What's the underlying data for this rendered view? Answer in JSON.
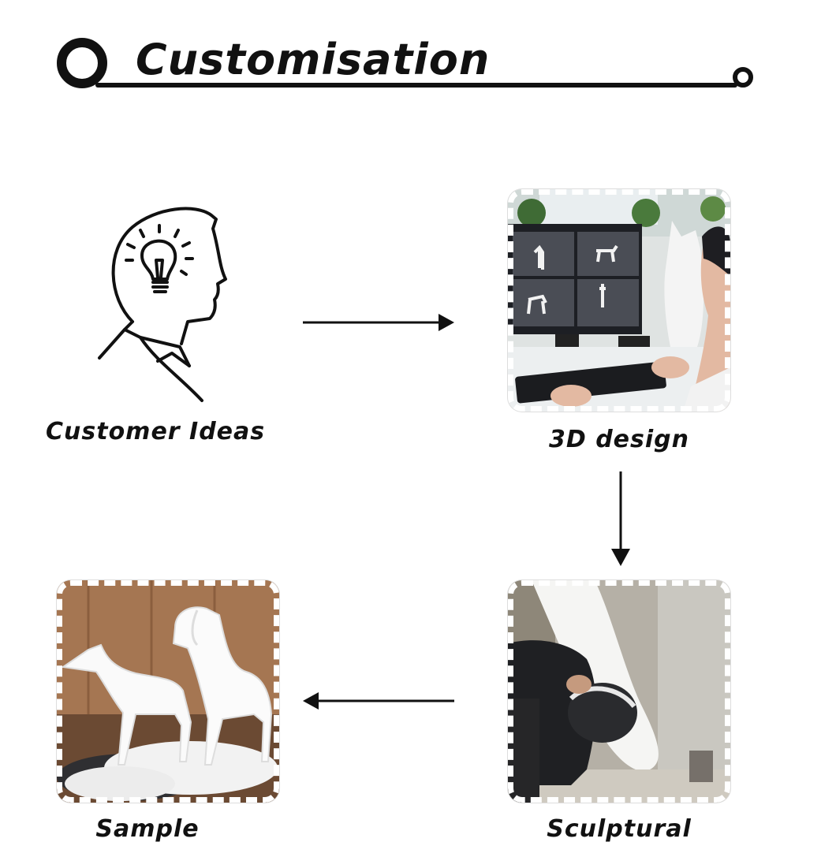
{
  "title": "Customisation",
  "steps": [
    {
      "label": "Customer Ideas",
      "icon": "head-lightbulb-icon"
    },
    {
      "label": "3D design",
      "image": "designer-at-computer-photo"
    },
    {
      "label": "Sculptural",
      "image": "sculptor-working-photo"
    },
    {
      "label": "Sample",
      "image": "white-dog-statues-photo"
    }
  ],
  "colors": {
    "line": "#111111",
    "background": "#ffffff"
  }
}
